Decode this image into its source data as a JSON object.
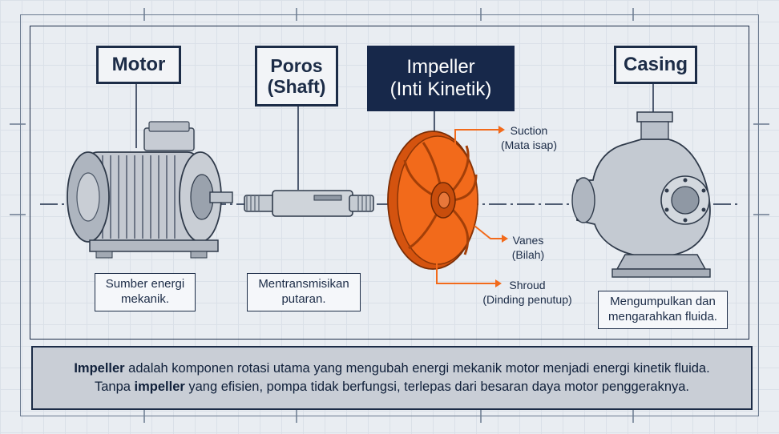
{
  "labels": {
    "motor": "Motor",
    "shaft_line1": "Poros",
    "shaft_line2": "(Shaft)",
    "impeller_line1": "Impeller",
    "impeller_line2": "(Inti Kinetik)",
    "casing": "Casing"
  },
  "descriptions": {
    "motor_line1": "Sumber energi",
    "motor_line2": "mekanik.",
    "shaft_line1": "Mentransmisikan",
    "shaft_line2": "putaran.",
    "casing_line1": "Mengumpulkan dan",
    "casing_line2": "mengarahkan fluida."
  },
  "callouts": {
    "suction_line1": "Suction",
    "suction_line2": "(Mata isap)",
    "vanes_line1": "Vanes",
    "vanes_line2": "(Bilah)",
    "shroud_line1": "Shroud",
    "shroud_line2": "(Dinding penutup)"
  },
  "footer": {
    "l1_bold": "Impeller",
    "l1_rest": " adalah komponen rotasi utama yang mengubah energi mekanik motor menjadi energi kinetik fluida.",
    "l2_start": "Tanpa ",
    "l2_bold": "impeller",
    "l2_rest": " yang efisien, pompa tidak berfungsi, terlepas dari besaran daya motor penggeraknya."
  },
  "colors": {
    "navy": "#1c2c47",
    "accent_orange": "#f26a1b",
    "steel": "#b9c0ca"
  }
}
